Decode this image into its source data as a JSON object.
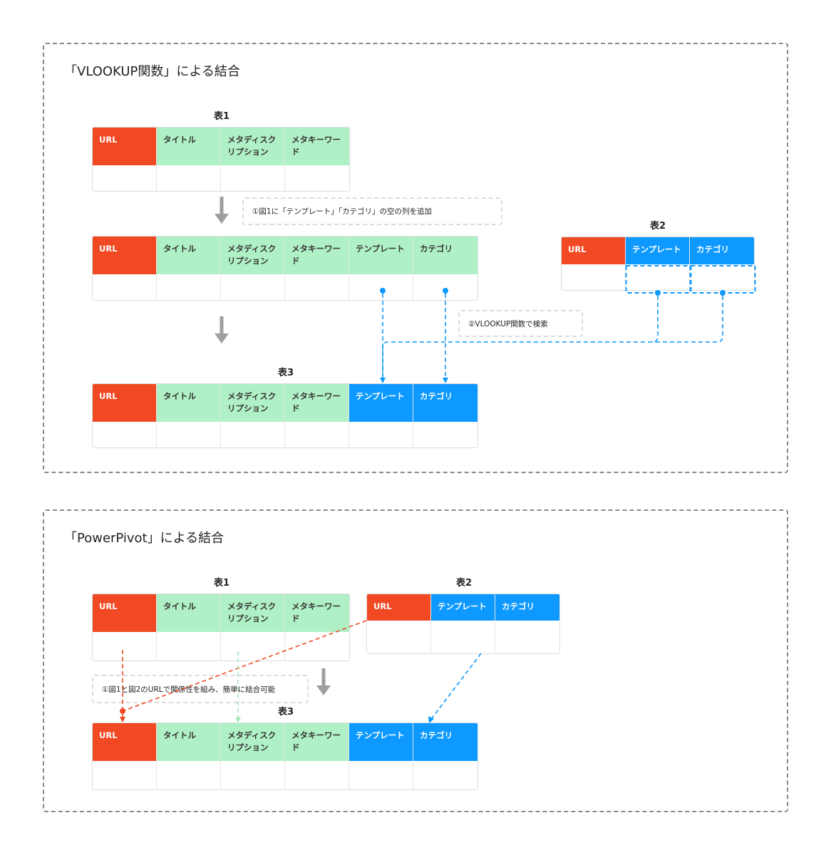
{
  "colors": {
    "red": "#f04923",
    "green": "#b0f0c6",
    "blue": "#0d99ff",
    "connector_green": "#9ee8b6",
    "panel_border": "#8a8a8a",
    "note_border": "#dcdcdc",
    "down_arrow": "#9e9e9e"
  },
  "icons": {
    "down_arrow": "arrow-down-icon",
    "dot": "connector-dot-icon"
  },
  "panel1": {
    "title": "「VLOOKUP関数」による結合",
    "label_t1": "表1",
    "label_t2": "表2",
    "label_t3": "表3",
    "table1": [
      "URL",
      "タイトル",
      "メタディスクリプション",
      "メタキーワード"
    ],
    "table1_ext": [
      "URL",
      "タイトル",
      "メタディスクリプション",
      "メタキーワード",
      "テンプレート",
      "カテゴリ"
    ],
    "table2": [
      "URL",
      "テンプレート",
      "カテゴリ"
    ],
    "table3": [
      "URL",
      "タイトル",
      "メタディスクリプション",
      "メタキーワード",
      "テンプレート",
      "カテゴリ"
    ],
    "note1": "①図1に「テンプレート」「カテゴリ」の空の列を追加",
    "note2": "②VLOOKUP関数で検索"
  },
  "panel2": {
    "title": "「PowerPivot」による結合",
    "label_t1": "表1",
    "label_t2": "表2",
    "label_t3": "表3",
    "table1": [
      "URL",
      "タイトル",
      "メタディスクリプション",
      "メタキーワード"
    ],
    "table2": [
      "URL",
      "テンプレート",
      "カテゴリ"
    ],
    "table3": [
      "URL",
      "タイトル",
      "メタディスクリプション",
      "メタキーワード",
      "テンプレート",
      "カテゴリ"
    ],
    "note1": "①図1と図2のURLで関係性を組み、簡単に結合可能"
  }
}
